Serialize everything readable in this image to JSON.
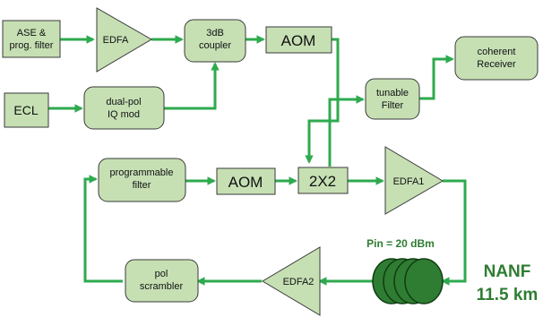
{
  "blocks": {
    "ase_filter": {
      "line1": "ASE &",
      "line2": "prog. filter"
    },
    "ecl": {
      "label": "ECL"
    },
    "edfa_top": {
      "label": "EDFA"
    },
    "iq_mod": {
      "line1": "dual-pol",
      "line2": "IQ mod"
    },
    "coupler": {
      "line1": "3dB",
      "line2": "coupler"
    },
    "aom_top": {
      "label": "AOM"
    },
    "coherent_rx": {
      "line1": "coherent",
      "line2": "Receiver"
    },
    "tunable_filter": {
      "line1": "tunable",
      "line2": "Filter"
    },
    "prog_filter": {
      "line1": "programmable",
      "line2": "filter"
    },
    "aom_bottom": {
      "label": "AOM"
    },
    "switch_2x2": {
      "label": "2X2"
    },
    "edfa1": {
      "label": "EDFA1"
    },
    "edfa2": {
      "label": "EDFA2"
    },
    "pol_scrambler": {
      "line1": "pol",
      "line2": "scrambler"
    }
  },
  "annotations": {
    "pin": "Pin = 20 dBm",
    "fiber_name": "NANF",
    "fiber_length": "11.5 km"
  },
  "colors": {
    "block_fill": "#c6e0b4",
    "connector": "#2eaa4e",
    "fiber_coil": "#2f7d32",
    "annotation_text": "#2e7d32"
  }
}
